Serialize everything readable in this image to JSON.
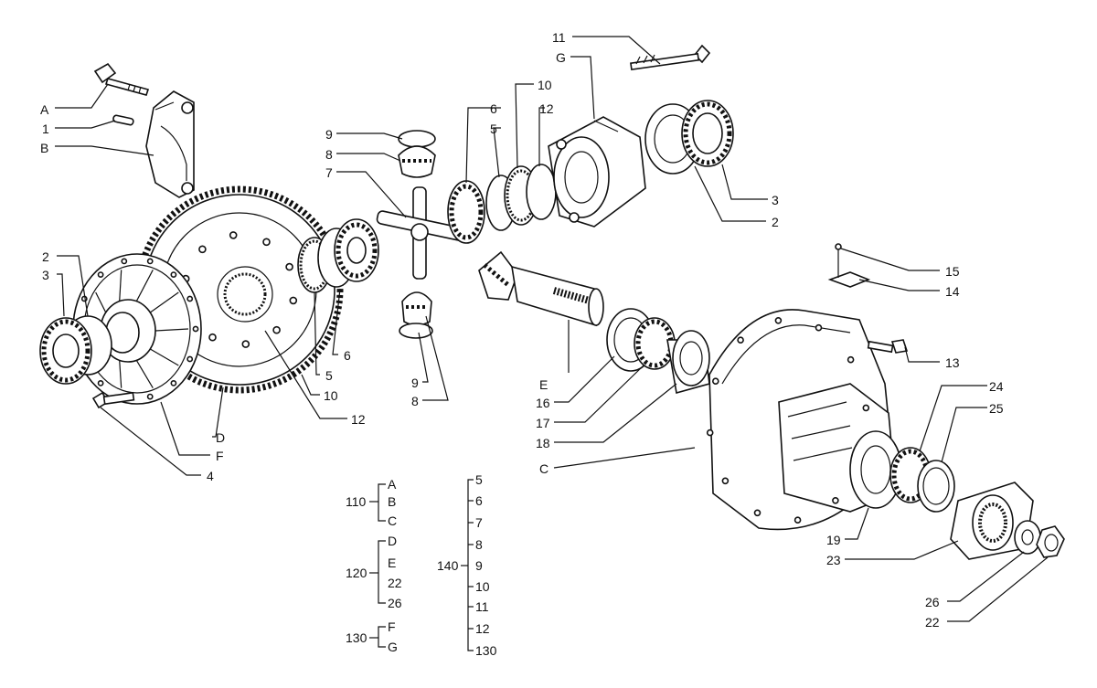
{
  "callouts": {
    "A": "A",
    "B": "B",
    "C": "C",
    "D": "D",
    "E": "E",
    "F": "F",
    "G": "G",
    "l1": "1",
    "l2a": "2",
    "l2b": "2",
    "l3a": "3",
    "l3b": "3",
    "l4": "4",
    "l5a": "5",
    "l5b": "5",
    "l6a": "6",
    "l6b": "6",
    "l7": "7",
    "l8a": "8",
    "l8b": "8",
    "l9a": "9",
    "l9b": "9",
    "l10a": "10",
    "l10b": "10",
    "l11": "11",
    "l12a": "12",
    "l12b": "12",
    "l13": "13",
    "l14": "14",
    "l15": "15",
    "l16": "16",
    "l17": "17",
    "l18": "18",
    "l19": "19",
    "l22": "22",
    "l23": "23",
    "l24": "24",
    "l25": "25",
    "l26": "26"
  },
  "legend": {
    "g110": {
      "label": "110",
      "items": [
        "A",
        "B",
        "C"
      ]
    },
    "g120": {
      "label": "120",
      "items": [
        "D",
        "E",
        "22",
        "26"
      ]
    },
    "g130": {
      "label": "130",
      "items": [
        "F",
        "G"
      ]
    },
    "g140": {
      "label": "140",
      "items": [
        "5",
        "6",
        "7",
        "8",
        "9",
        "10",
        "11",
        "12",
        "130"
      ]
    }
  }
}
